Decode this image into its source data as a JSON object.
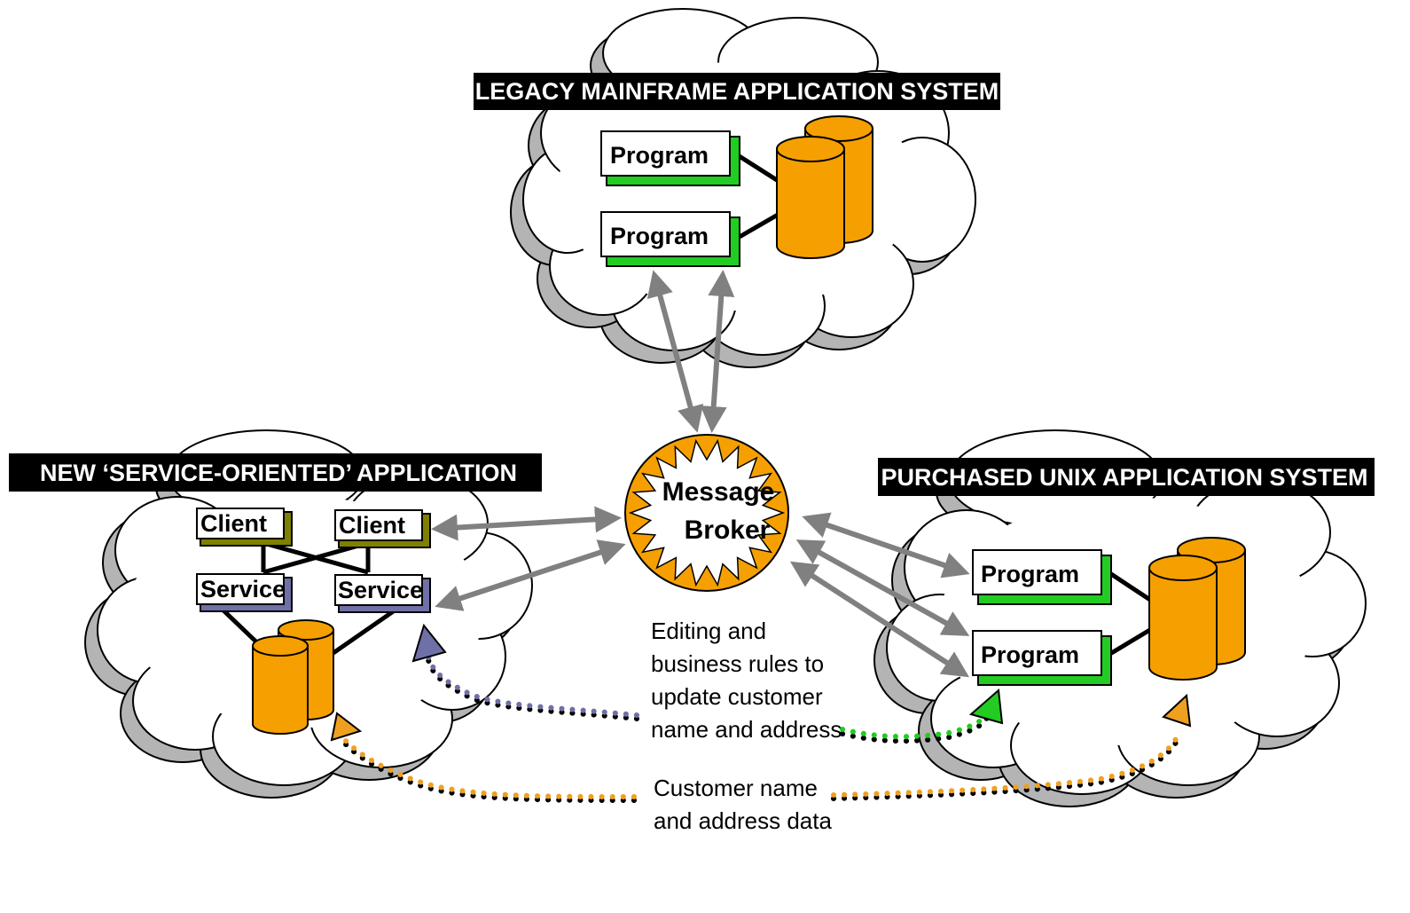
{
  "systems": {
    "legacy": {
      "title": "LEGACY MAINFRAME APPLICATION SYSTEM",
      "programs": [
        "Program",
        "Program"
      ]
    },
    "service_oriented": {
      "title": "NEW ‘SERVICE-ORIENTED’ APPLICATION",
      "clients": [
        "Client",
        "Client"
      ],
      "services": [
        "Service",
        "Service"
      ]
    },
    "unix": {
      "title": "PURCHASED UNIX APPLICATION SYSTEM",
      "programs": [
        "Program",
        "Program"
      ]
    }
  },
  "broker": {
    "line1": "Message",
    "line2": "Broker"
  },
  "annotations": {
    "rules": [
      "Editing and",
      "business rules to",
      "update customer",
      "name and address"
    ],
    "data": [
      "Customer name",
      "and address data"
    ]
  },
  "colors": {
    "cloud_shadow": "#b4b4b4",
    "program_accent": "#22cc22",
    "client_accent": "#808000",
    "service_accent": "#7070a8",
    "database": "#f5a000",
    "arrow": "#808080",
    "data_dots": "#f0a020",
    "rules_dots_green": "#22cc22",
    "rules_dots_blue": "#7070a8"
  }
}
